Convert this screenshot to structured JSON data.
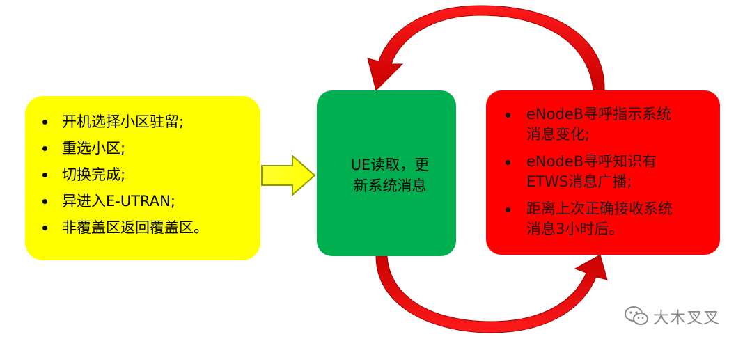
{
  "triggers": {
    "items": [
      "开机选择小区驻留;",
      "重选小区;",
      "切换完成;",
      "异进入E-UTRAN;",
      "非覆盖区返回覆盖区。"
    ]
  },
  "process": {
    "line1": "UE读取，更",
    "line2": "新系统消息"
  },
  "update_triggers": {
    "items": [
      {
        "line1": "eNodeB寻呼指示系统",
        "line2": "消息变化;"
      },
      {
        "line1": "eNodeB寻呼知识有",
        "line2": "ETWS消息广播;"
      },
      {
        "line1": "距离上次正确接收系统",
        "line2": "消息3小时后。"
      }
    ]
  },
  "watermark": {
    "text": "大木叉叉"
  },
  "colors": {
    "yellow": "#ffff00",
    "green": "#00b050",
    "red": "#ff0000",
    "arrow_red": "#e00000"
  }
}
